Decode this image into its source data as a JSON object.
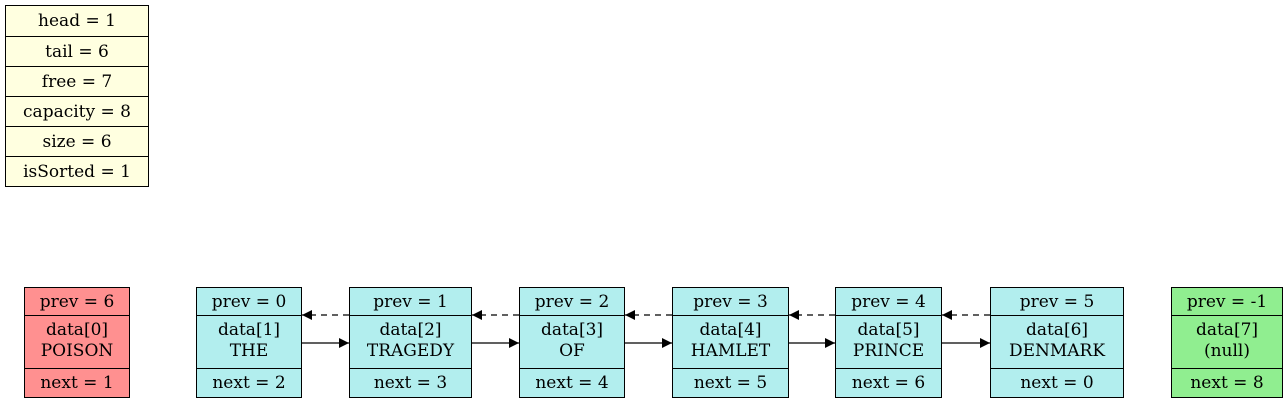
{
  "info": [
    "head = 1",
    "tail = 6",
    "free = 7",
    "capacity = 8",
    "size = 6",
    "isSorted = 1"
  ],
  "nodes": [
    {
      "prev": "prev = 6",
      "data_label": "data[0]",
      "value": "POISON",
      "next": "next = 1",
      "color": "#ff9090"
    },
    {
      "prev": "prev = 0",
      "data_label": "data[1]",
      "value": "THE",
      "next": "next = 2",
      "color": "#b2eeee"
    },
    {
      "prev": "prev = 1",
      "data_label": "data[2]",
      "value": "TRAGEDY",
      "next": "next = 3",
      "color": "#b2eeee"
    },
    {
      "prev": "prev = 2",
      "data_label": "data[3]",
      "value": "OF",
      "next": "next = 4",
      "color": "#b2eeee"
    },
    {
      "prev": "prev = 3",
      "data_label": "data[4]",
      "value": "HAMLET",
      "next": "next = 5",
      "color": "#b2eeee"
    },
    {
      "prev": "prev = 4",
      "data_label": "data[5]",
      "value": "PRINCE",
      "next": "next = 6",
      "color": "#b2eeee"
    },
    {
      "prev": "prev = 5",
      "data_label": "data[6]",
      "value": "DENMARK",
      "next": "next = 0",
      "color": "#b2eeee"
    },
    {
      "prev": "prev = -1",
      "data_label": "data[7]",
      "value": "(null)",
      "next": "next = 8",
      "color": "#90ee90"
    }
  ],
  "links": [
    {
      "from": 1,
      "to": 2,
      "kind": "next"
    },
    {
      "from": 2,
      "to": 3,
      "kind": "next"
    },
    {
      "from": 3,
      "to": 4,
      "kind": "next"
    },
    {
      "from": 4,
      "to": 5,
      "kind": "next"
    },
    {
      "from": 5,
      "to": 6,
      "kind": "next"
    },
    {
      "from": 2,
      "to": 1,
      "kind": "prev"
    },
    {
      "from": 3,
      "to": 2,
      "kind": "prev"
    },
    {
      "from": 4,
      "to": 3,
      "kind": "prev"
    },
    {
      "from": 5,
      "to": 4,
      "kind": "prev"
    },
    {
      "from": 6,
      "to": 5,
      "kind": "prev"
    }
  ]
}
